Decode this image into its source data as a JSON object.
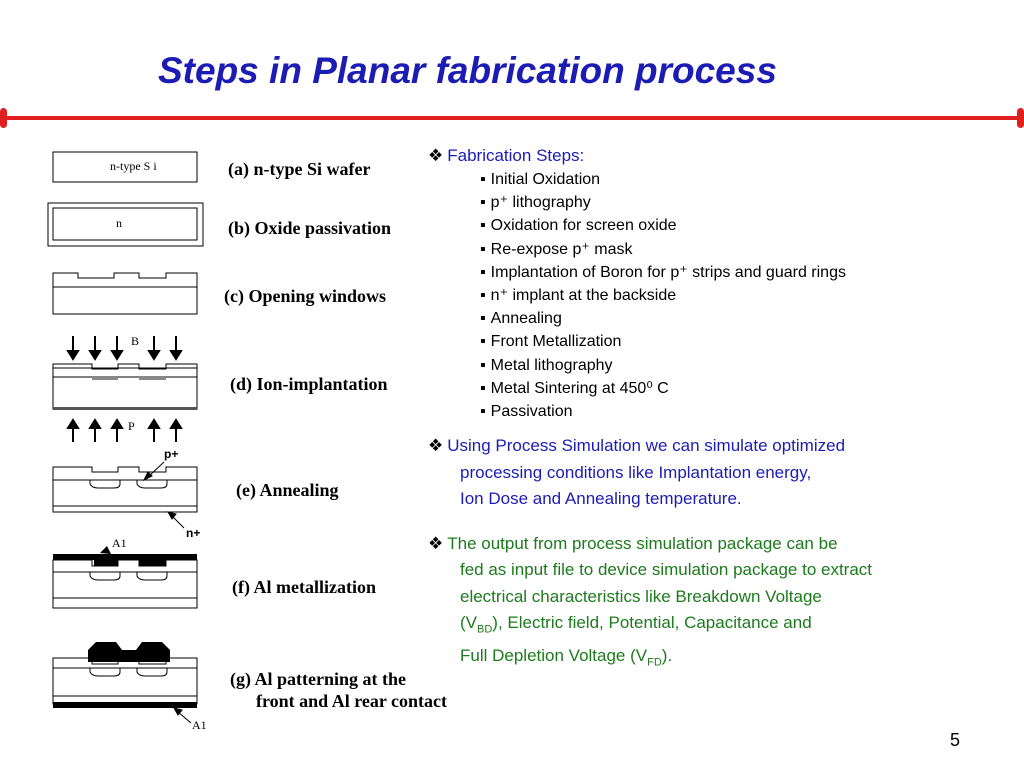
{
  "title": "Steps in Planar fabrication process",
  "page_number": "5",
  "figure": {
    "labels": {
      "a": "(a) n-type Si wafer",
      "b": "(b) Oxide passivation",
      "c": "(c) Opening windows",
      "d": "(d) Ion-implantation",
      "e": "(e) Annealing",
      "f": "(f)  Al metallization",
      "g1": "(g) Al patterning at the",
      "g2": "front and Al rear contact"
    },
    "small": {
      "a": "n-type S i",
      "b": "n",
      "b_dopant": "B",
      "p_dopant": "P",
      "p_plus": "p+",
      "n_plus": "n+",
      "al_f": "A1",
      "al_g": "A1"
    }
  },
  "section1": {
    "marker": "❖",
    "heading": "Fabrication Steps:",
    "steps": [
      "Initial Oxidation",
      "p⁺ lithography",
      "Oxidation for screen oxide",
      "Re-expose p⁺ mask",
      "Implantation of Boron for p⁺ strips and guard rings",
      "n⁺ implant at the backside",
      "Annealing",
      "Front Metallization",
      "Metal lithography",
      "Metal Sintering at 450⁰ C",
      "Passivation"
    ]
  },
  "section2": {
    "marker": "❖",
    "lines": [
      "Using Process Simulation we can simulate optimized",
      "processing conditions like Implantation energy,",
      "Ion Dose and Annealing temperature."
    ]
  },
  "section3": {
    "marker": "❖",
    "line1": "The output from process simulation package can be",
    "line2": "fed as input file to device simulation package to extract",
    "line3": "electrical characteristics like Breakdown Voltage",
    "line4_pre": "(V",
    "line4_sub": "BD",
    "line4_post": "), Electric field, Potential, Capacitance and",
    "line5_pre": "Full Depletion Voltage (V",
    "line5_sub": "FD",
    "line5_post": ")."
  }
}
